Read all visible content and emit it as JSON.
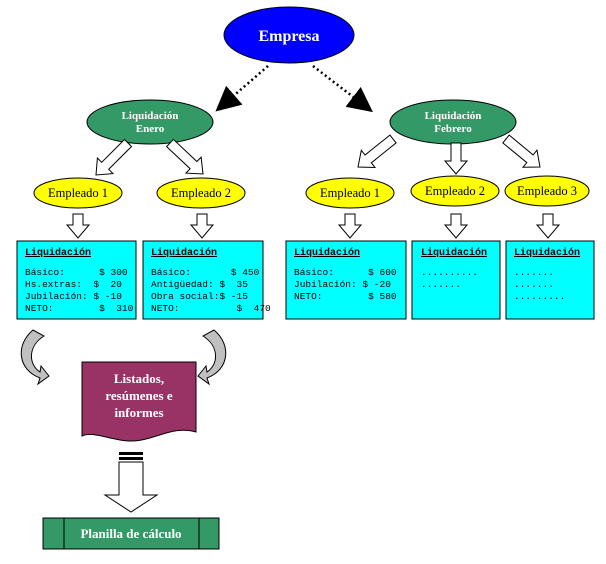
{
  "root": {
    "label": "Empresa"
  },
  "periods": [
    {
      "label_line1": "Liquidación",
      "label_line2": "Enero",
      "employees": [
        {
          "name": "Empleado 1",
          "box": {
            "title": "Liquidación",
            "lines": [
              "Básico:      $ 300",
              "Hs.extras:  $  20",
              "Jubilación: $ -10",
              "NETO:        $  310"
            ]
          }
        },
        {
          "name": "Empleado 2",
          "box": {
            "title": "Liquidación",
            "lines": [
              "Básico:       $ 450",
              "Antigüedad: $  35",
              "Obra social:$ -15",
              "NETO:          $  470"
            ]
          }
        }
      ]
    },
    {
      "label_line1": "Liquidación",
      "label_line2": "Febrero",
      "employees": [
        {
          "name": "Empleado 1",
          "box": {
            "title": "Liquidación",
            "lines": [
              "Básico:      $ 600",
              "Jubilación: $ -20",
              "NETO:        $ 580"
            ]
          }
        },
        {
          "name": "Empleado 2",
          "box": {
            "title": "Liquidación",
            "lines": [
              "..........",
              "......."
            ]
          }
        },
        {
          "name": "Empleado 3",
          "box": {
            "title": "Liquidación",
            "lines": [
              ".......",
              ".......",
              "........."
            ]
          }
        }
      ]
    }
  ],
  "report": {
    "line1": "Listados,",
    "line2": "resúmenes e",
    "line3": "informes"
  },
  "spreadsheet": {
    "label": "Planilla de cálculo"
  },
  "colors": {
    "root_oval": "#0000ff",
    "period_oval": "#339966",
    "employee_oval": "#ffff00",
    "box_fill": "#00ffff",
    "report_fill": "#993366",
    "spreadsheet_fill": "#339966"
  }
}
